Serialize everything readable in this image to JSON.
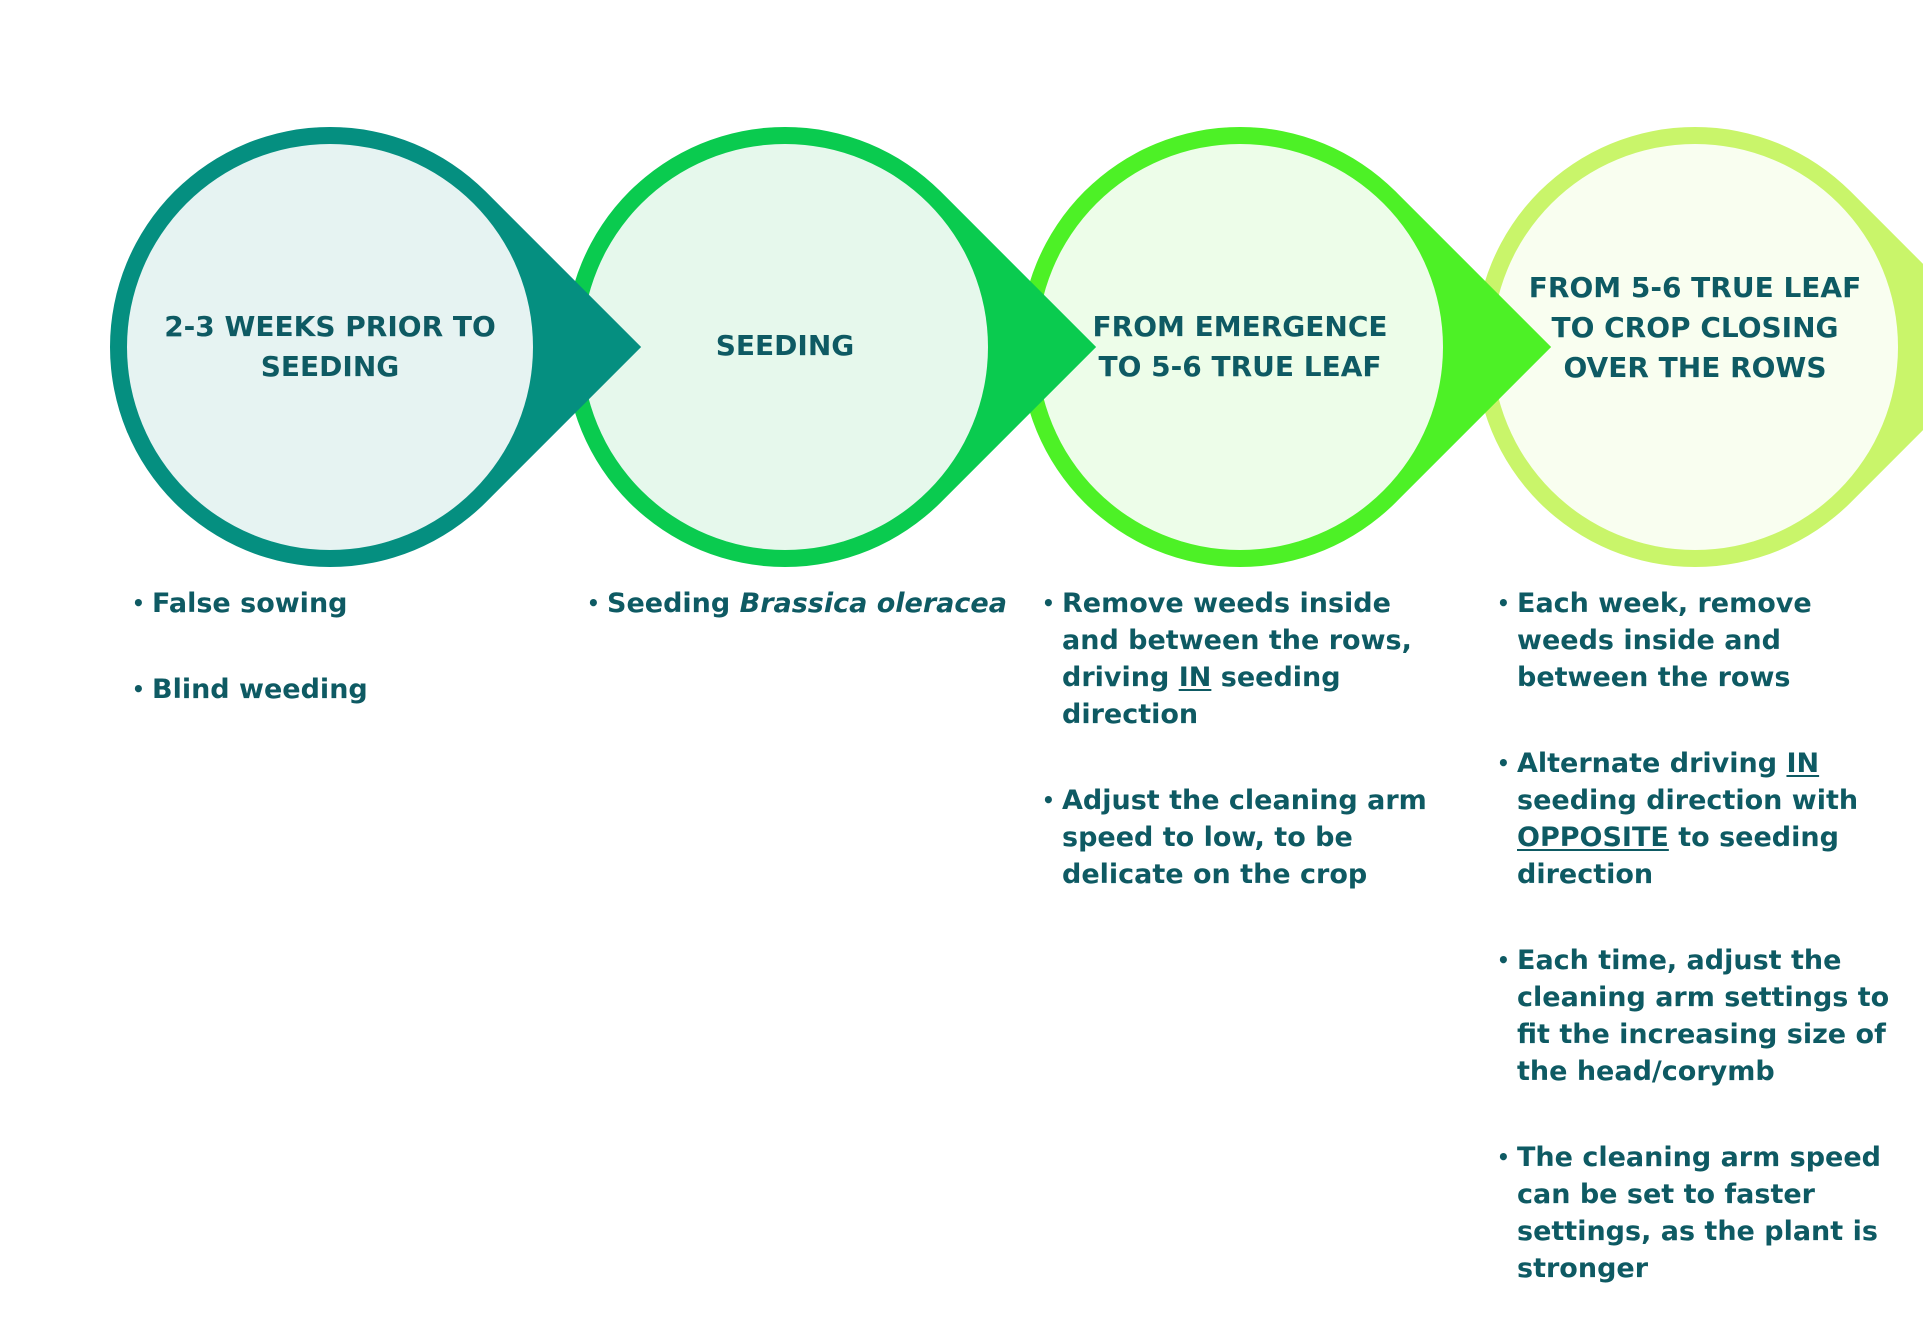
{
  "stages": [
    {
      "title": "2-3 WEEKS PRIOR TO SEEDING",
      "ring_color": "#058f80",
      "fill_color": "#e6f3f2"
    },
    {
      "title": "SEEDING",
      "ring_color": "#0acb4f",
      "fill_color": "#e6f8ec"
    },
    {
      "title": "FROM EMERGENCE TO 5-6 TRUE LEAF",
      "ring_color": "#4df126",
      "fill_color": "#edfde9"
    },
    {
      "title": "FROM 5-6 TRUE LEAF TO CROP CLOSING OVER THE ROWS",
      "ring_color": "#c9f56a",
      "fill_color": "#f9fef0"
    }
  ],
  "columns": [
    {
      "bullets": [
        {
          "text": "False sowing"
        },
        {
          "text": "Blind weeding"
        }
      ]
    },
    {
      "bullets": [
        {
          "pre": "Seeding ",
          "italic": "Brassica oleracea"
        }
      ]
    },
    {
      "bullets": [
        {
          "pre": "Remove weeds inside and between the rows, driving ",
          "u1": "IN",
          "post": " seeding direction"
        },
        {
          "text": "Adjust the cleaning arm speed to low, to be delicate on the crop"
        }
      ]
    },
    {
      "bullets": [
        {
          "text": "Each week, remove weeds inside and between the rows"
        },
        {
          "pre": "Alternate driving ",
          "u1": "IN",
          "mid": " seeding direction with ",
          "u2": "OPPOSITE",
          "post": " to seeding direction"
        },
        {
          "text": "Each time, adjust the cleaning arm settings to fit the increasing size of the head/corymb"
        },
        {
          "text": "The cleaning arm speed can be set to faster settings, as the plant is stronger"
        }
      ]
    }
  ]
}
